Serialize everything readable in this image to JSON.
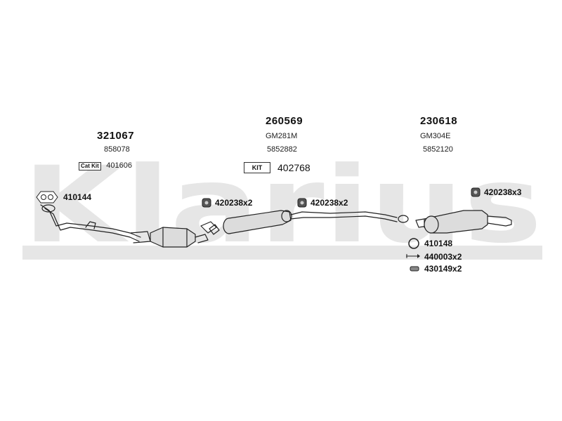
{
  "watermark": {
    "text": "Klarius"
  },
  "colors": {
    "watermark": "#e6e6e6",
    "ink": "#222222",
    "part_fill": "#dcdcdc"
  },
  "groups": [
    {
      "main": "321067",
      "subs": [
        "858078"
      ]
    },
    {
      "main": "260569",
      "subs": [
        "GM281M",
        "5852882"
      ]
    },
    {
      "main": "230618",
      "subs": [
        "GM304E",
        "5852120"
      ]
    }
  ],
  "catkit": {
    "tag": "Cat Kit",
    "code": "401606"
  },
  "kit": {
    "tag": "KIT",
    "code": "402768"
  },
  "fittings": [
    {
      "icon": "gasket-icon",
      "code": "410144"
    },
    {
      "icon": "rubber-mount-icon",
      "code": "420238x2"
    },
    {
      "icon": "rubber-mount-icon",
      "code": "420238x2"
    },
    {
      "icon": "rubber-mount-icon",
      "code": "420238x3"
    },
    {
      "icon": "ring-icon",
      "code": "410148"
    },
    {
      "icon": "bolt-icon",
      "code": "440003x2"
    },
    {
      "icon": "clamp-icon",
      "code": "430149x2"
    }
  ]
}
